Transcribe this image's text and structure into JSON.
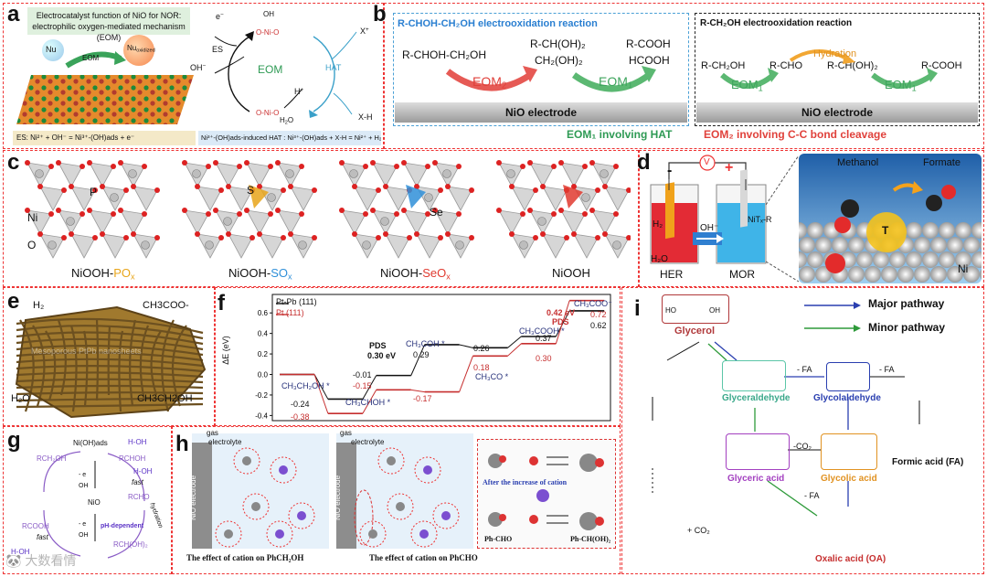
{
  "panels": {
    "a": {
      "label": "a",
      "title_line1": "Electrocatalyst function of NiO for NOR:",
      "title_line2": "electrophilic oxygen-mediated mechanism (EOM)",
      "nu": "Nu",
      "nu_oxidized": "Nu",
      "nu_oxidized_sub": "oxidized",
      "eom_arrow": "EOM",
      "cycle_center": "EOM",
      "es": "ES",
      "hat": "HAT",
      "oh_minus": "OH",
      "e_minus": "e",
      "oh_top": "OH",
      "o_ni_o_top": "O-Ni-O",
      "o_ni_o_bottom": "O-Ni-O",
      "x_plus": "X",
      "h_plus": "H",
      "h2o": "H",
      "xh": "X-H",
      "eq_es": "ES: Ni²⁺ + OH⁻ = Ni³⁺-(OH)ads + e⁻",
      "eq_hat": "Ni³⁺-(OH)ads-induced HAT : Ni³⁺-(OH)ads + X-H = Ni²⁺ + H₂O + X⁺"
    },
    "b": {
      "label": "b",
      "left_title": "R-CHOH-CH₂OH electrooxidation reaction",
      "right_title": "R-CH₂OH electrooxidation reaction",
      "l_start": "R-CHOH-CH₂OH",
      "l_mid1": "R-CH(OH)₂",
      "l_mid2": "CH₂(OH)₂",
      "l_end1": "R-COOH",
      "l_end2": "HCOOH",
      "eom2": "EOM",
      "eom2_sub": "2",
      "eom1": "EOM",
      "eom1_sub": "1",
      "r_a": "R-CH₂OH",
      "r_b": "R-CHO",
      "r_c": "R-CH(OH)₂",
      "r_d": "R-COOH",
      "hydration": "Hydration",
      "electrode_left": "NiO electrode",
      "electrode_right": "NiO electrode",
      "foot1": "EOM₁ involving HAT",
      "foot2": "EOM₂ involving C-C bond cleavage"
    },
    "c": {
      "label": "c",
      "ni": "Ni",
      "o": "O",
      "p": "P",
      "s": "S",
      "se": "Se",
      "cap1_main": "NiOOH-",
      "cap1_acc": "PO",
      "cap2_main": "NiOOH-",
      "cap2_acc": "SO",
      "cap3_main": "NiOOH-",
      "cap3_acc": "SeO",
      "cap_x": "x",
      "cap4": "NiOOH",
      "col_p": "#e8a51a",
      "col_s": "#2f8fd8",
      "col_se": "#e03a2f"
    },
    "d": {
      "label": "d",
      "minus": "-",
      "plus": "+",
      "v": "V",
      "h2": "H₂",
      "h2o": "H₂O",
      "oh": "OH⁻",
      "nitr": "NiTₓ-R",
      "her": "HER",
      "mor": "MOR",
      "methanol": "Methanol",
      "formate": "Formate",
      "t": "T",
      "ni": "Ni"
    },
    "e": {
      "label": "e",
      "h2": "H₂",
      "ch3coo": "CH3COO-",
      "h2o": "H₂O",
      "ch3ch2oh": "CH3CH2OH",
      "watermark": "Mesoporous PtPb nanosheets"
    },
    "f": {
      "label": "f",
      "legend1": "Pt-Pb (111)",
      "legend2": "Pt (111)",
      "ylabel": "ΔE (eV)",
      "pds1_title": "PDS",
      "pds1_val": "0.30 eV",
      "pds2_val": "0.42 eV",
      "pds2_title": "PDS",
      "species": [
        "CH₃CH₂OH *",
        "CH₃CHOH *",
        "CH₃COH *",
        "CH₃CO *",
        "CH₃COOH *",
        "CH₃COO⁻"
      ],
      "v_black": [
        "-0.24",
        "-0.01",
        "0.29",
        "0.26",
        "0.37",
        "0.62"
      ],
      "v_red": [
        "-0.38",
        "-0.15",
        "-0.17",
        "0.18",
        "0.30",
        "0.72"
      ]
    },
    "g": {
      "label": "g",
      "ni_center": "NiO",
      "niooh": "Ni(OH)ads",
      "items": [
        "H-OH",
        "RCH₂OH",
        "RCHOH",
        "H-OH",
        "RCHO",
        "RCH(OH)₂",
        "RCOOH",
        "H-OH"
      ],
      "fast1": "fast",
      "fast2": "fast",
      "ph": "pH-dependent",
      "hydration": "hydration",
      "e1": "- e",
      "e2": "- e",
      "oh1": "OH",
      "oh2": "OH"
    },
    "h": {
      "label": "h",
      "gas1": "gas",
      "electrolyte1": "electrolyte",
      "gas2": "gas",
      "electrolyte2": "electrolyte",
      "electrode1": "NiO electrode",
      "electrode2": "NiO electrode",
      "cap1": "The effect of cation on PhCH₂OH",
      "cap2": "The effect of cation on PhCHO",
      "after": "After the increase of cation",
      "phcho": "Ph-CHO",
      "phchoh2": "Ph-CH(OH)₂"
    },
    "i": {
      "label": "i",
      "legend_major": "Major pathway",
      "legend_minor": "Minor pathway",
      "glycerol": "Glycerol",
      "glyceraldehyde": "Glyceraldehyde",
      "glycolaldehyde": "Glycolaldehyde",
      "formic": "Formic acid (FA)",
      "glyceric": "Glyceric acid",
      "glycolic": "Glycolic acid",
      "oxalic": "Oxalic acid (OA)",
      "fa1": "- FA",
      "fa2": "- FA",
      "fa3": "- FA",
      "co2a": "-CO₂",
      "co2b": "+ CO₂",
      "ho": "HO",
      "oh": "OH"
    }
  },
  "watermark": "🐼 大数看情"
}
